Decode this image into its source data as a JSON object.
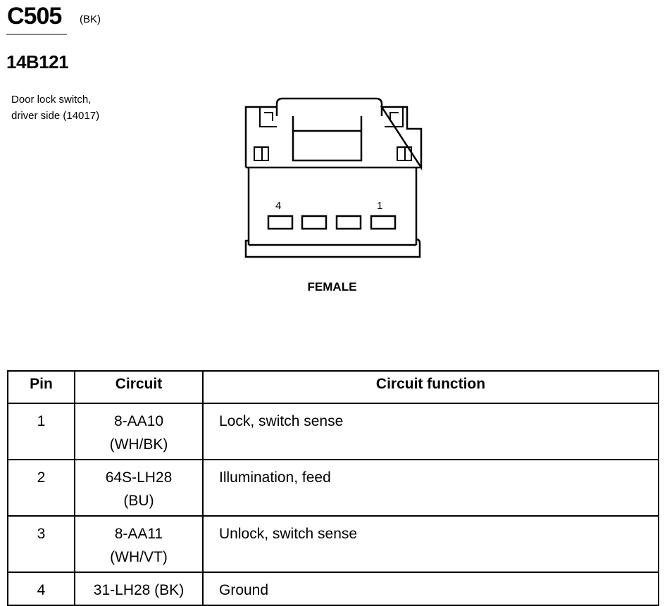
{
  "connector": {
    "id": "C505",
    "color": "(BK)",
    "part_number": "14B121",
    "description_line1": "Door lock switch,",
    "description_line2": "driver side (14017)",
    "gender": "FEMALE",
    "pin_label_left": "4",
    "pin_label_right": "1"
  },
  "table": {
    "headers": {
      "pin": "Pin",
      "circuit": "Circuit",
      "function": "Circuit function"
    },
    "rows": [
      {
        "pin": "1",
        "circuit_line1": "8-AA10",
        "circuit_line2": "(WH/BK)",
        "function": "Lock, switch sense"
      },
      {
        "pin": "2",
        "circuit_line1": "64S-LH28",
        "circuit_line2": "(BU)",
        "function": "Illumination, feed"
      },
      {
        "pin": "3",
        "circuit_line1": "8-AA11",
        "circuit_line2": "(WH/VT)",
        "function": "Unlock, switch sense"
      },
      {
        "pin": "4",
        "circuit_line1": "31-LH28 (BK)",
        "circuit_line2": "",
        "function": "Ground"
      }
    ]
  }
}
